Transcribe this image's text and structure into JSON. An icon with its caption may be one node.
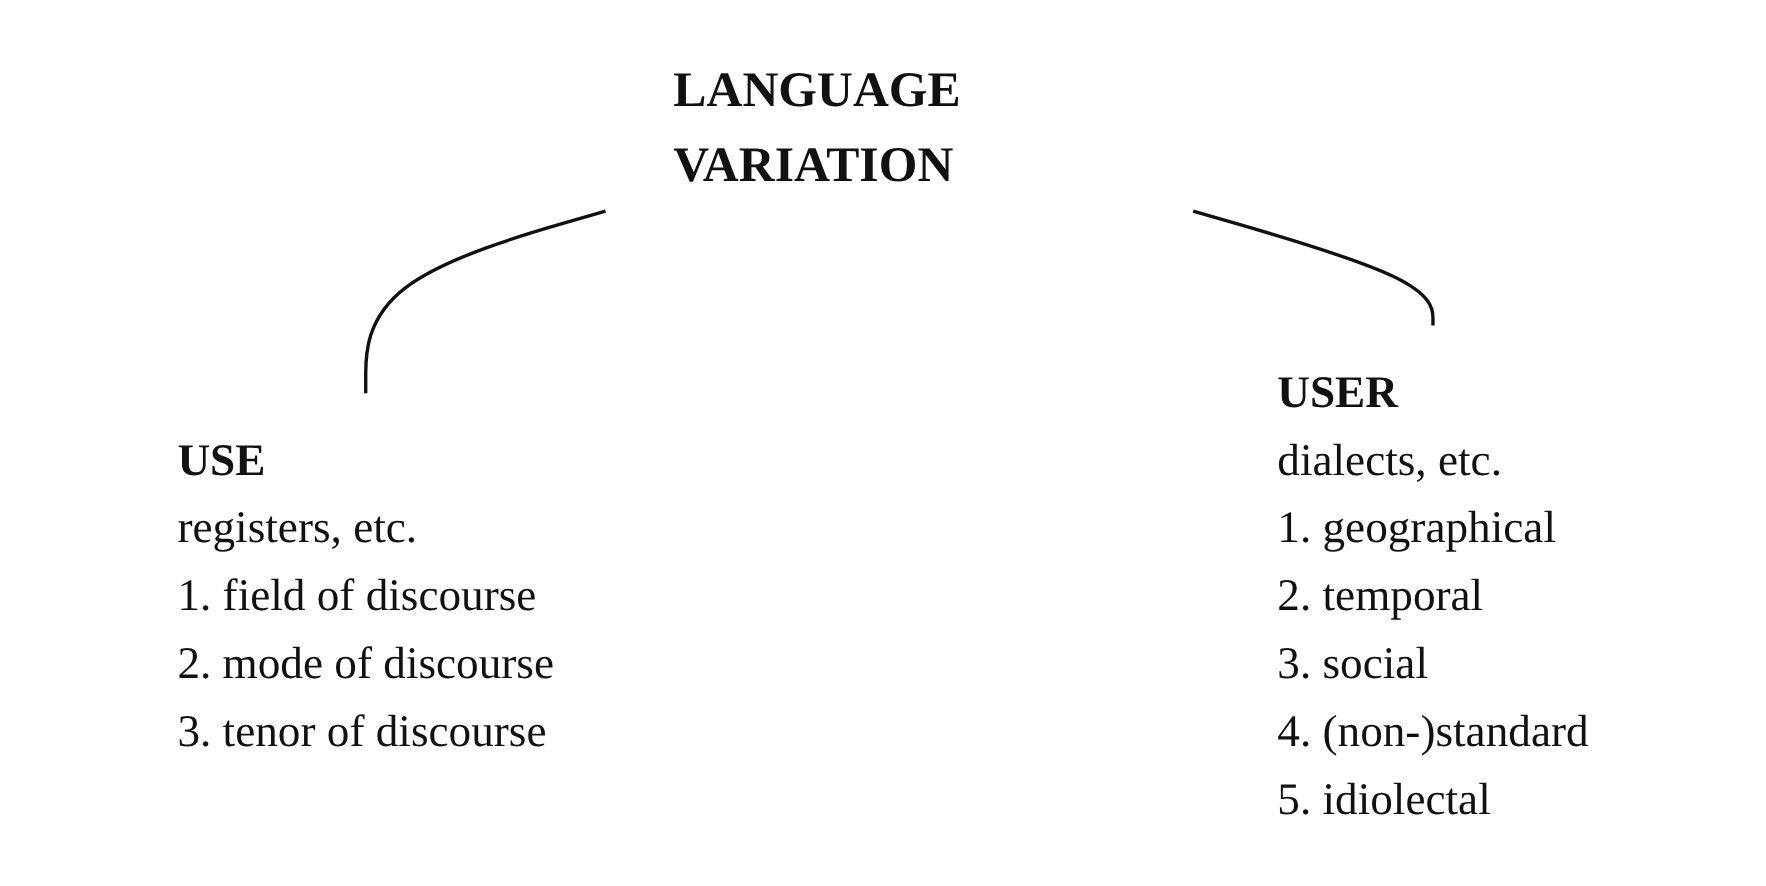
{
  "diagram": {
    "nodes": [
      {
        "text": [
          "LANGUAGE VARIATION"
        ]
      },
      {
        "text": [
          "USE",
          "registers, etc.",
          "1. field of discourse",
          "2. mode of discourse",
          "3. tenor of discourse"
        ]
      },
      {
        "text": [
          "USER",
          "dialects, etc.",
          "1. geographical",
          "2. temporal",
          "3. social",
          "4. (non-)standard",
          "5. idiolectal"
        ]
      }
    ],
    "edges": [
      {
        "from": 0,
        "to": 1,
        "arrow": "none"
      },
      {
        "from": 0,
        "to": 2,
        "arrow": "none"
      }
    ]
  }
}
